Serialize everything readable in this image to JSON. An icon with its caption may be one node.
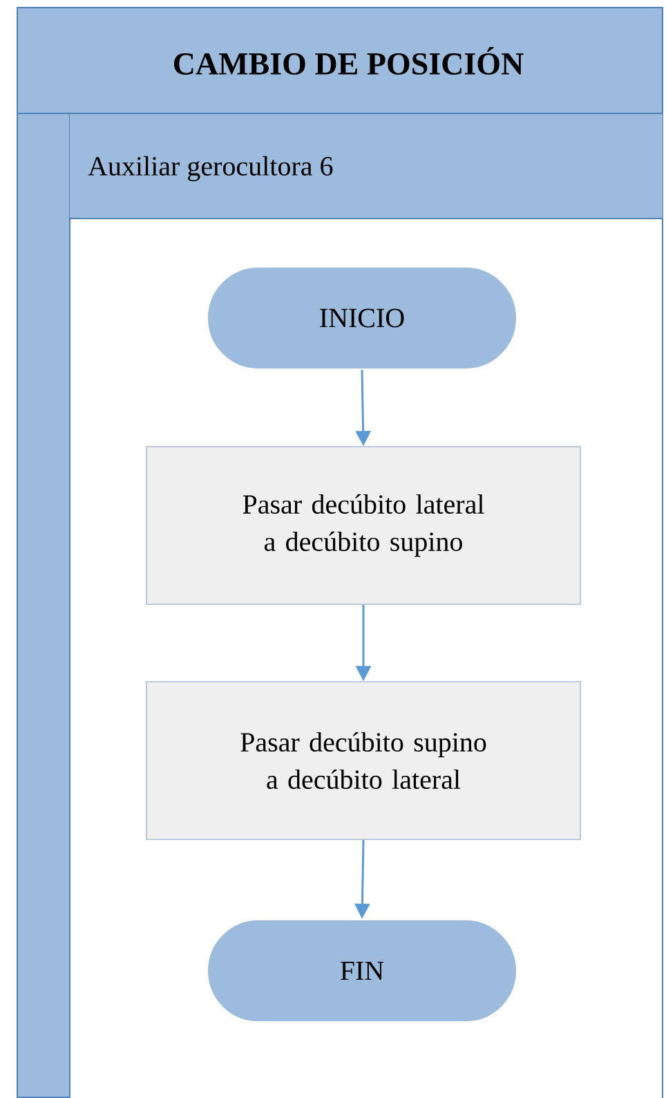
{
  "diagram": {
    "nodes": [
      {
        "text": [
          "CAMBIO DE POSICIÓN"
        ]
      },
      {
        "text": [
          "Auxiliar gerocultora 6"
        ],
        "in": 0
      },
      {
        "text": [
          "INICIO"
        ],
        "in": 1
      },
      {
        "text": [
          "Pasar decúbito lateral a decúbito supino"
        ],
        "in": 1
      },
      {
        "text": [
          "Pasar decúbito supino a decúbito lateral"
        ],
        "in": 1
      },
      {
        "text": [
          "FIN"
        ],
        "in": 1
      }
    ],
    "edges": [
      {
        "from": 2,
        "to": 3,
        "arrow": "to"
      },
      {
        "from": 3,
        "to": 4,
        "arrow": "to"
      },
      {
        "from": 4,
        "to": 5,
        "arrow": "to"
      }
    ]
  }
}
